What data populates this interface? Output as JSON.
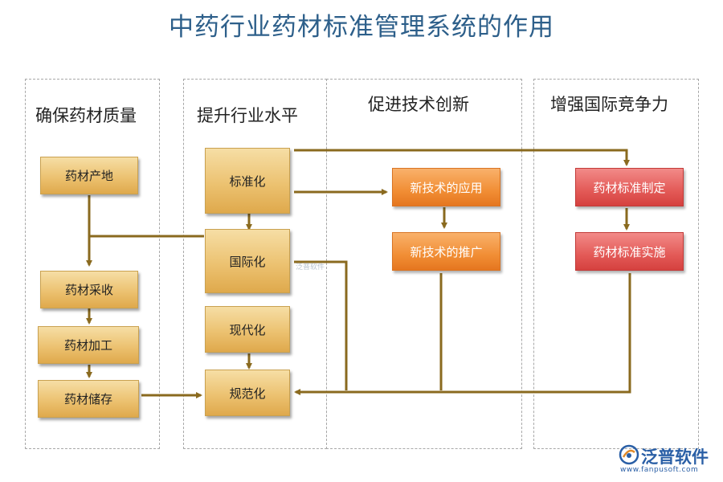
{
  "title": "中药行业药材标准管理系统的作用",
  "columns": [
    {
      "title": "确保药材质量"
    },
    {
      "title": "提升行业水平"
    },
    {
      "title": "促进技术创新"
    },
    {
      "title": "增强国际竞争力"
    }
  ],
  "quality_boxes": [
    "药材产地",
    "药材采收",
    "药材加工",
    "药材储存"
  ],
  "industry_boxes": [
    "标准化",
    "国际化",
    "现代化",
    "规范化"
  ],
  "tech_boxes": [
    "新技术的应用",
    "新技术的推广"
  ],
  "intl_boxes": [
    "药材标准制定",
    "药材标准实施"
  ],
  "watermark": "泛普软件",
  "logo": {
    "name": "泛普软件",
    "url": "www.fanpusoft.com"
  },
  "colors": {
    "title": "#2d5f8a",
    "arrow": "#8a6a1f",
    "gold": "#ecc271",
    "orange": "#f18e35",
    "red": "#e35a57"
  }
}
